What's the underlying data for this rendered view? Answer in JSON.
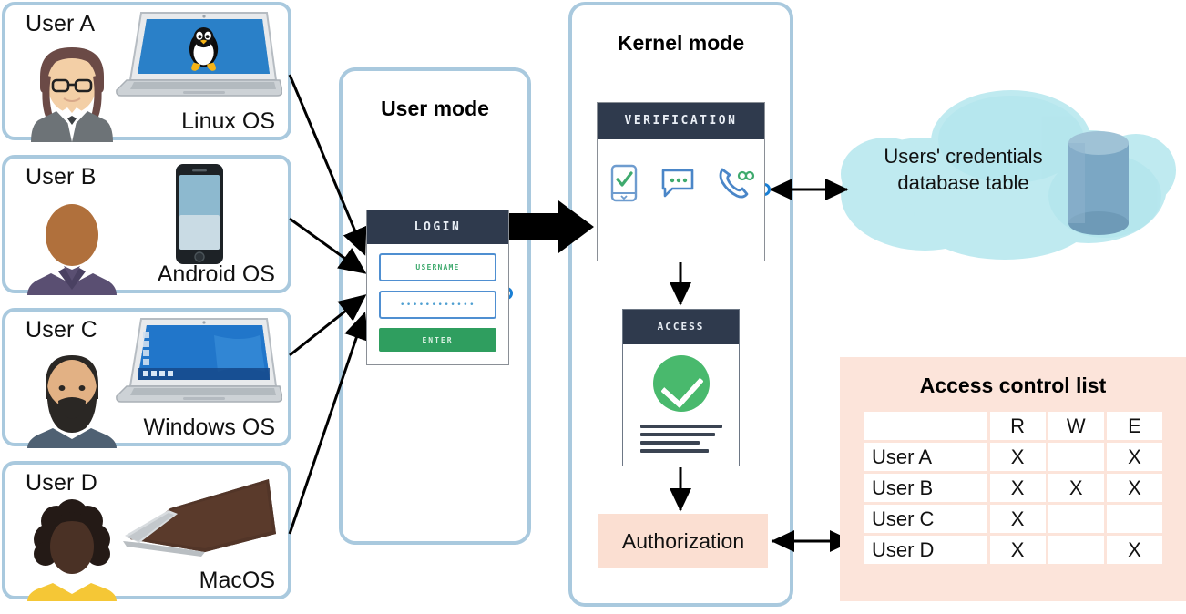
{
  "users": [
    {
      "name": "User A",
      "os": "Linux OS",
      "avatar": "female-glasses-avatar",
      "device": "linux-laptop-icon"
    },
    {
      "name": "User B",
      "os": "Android OS",
      "avatar": "bald-man-avatar",
      "device": "android-phone-icon"
    },
    {
      "name": "User C",
      "os": "Windows OS",
      "avatar": "bearded-man-avatar",
      "device": "windows-laptop-icon"
    },
    {
      "name": "User D",
      "os": "MacOS",
      "avatar": "curly-hair-woman-avatar",
      "device": "macbook-icon"
    }
  ],
  "user_mode": {
    "title": "User mode",
    "login": {
      "header": "LOGIN",
      "username_value": "USERNAME",
      "password_value": "••••••••••••",
      "enter_label": "ENTER"
    }
  },
  "kernel_mode": {
    "title": "Kernel mode",
    "verification": {
      "header": "VERIFICATION",
      "icons": [
        "phone-check-icon",
        "sms-code-icon",
        "phone-call-icon"
      ]
    },
    "access": {
      "header": "ACCESS",
      "status_icon": "green-check-circle-icon",
      "doc_lines": 4
    },
    "authorization": {
      "label": "Authorization"
    }
  },
  "cloud": {
    "line1": "Users' credentials",
    "line2": "database table",
    "icon": "database-cylinder-icon"
  },
  "acl": {
    "title": "Access control list",
    "columns": [
      "",
      "R",
      "W",
      "E"
    ],
    "rows": [
      {
        "user": "User A",
        "R": "X",
        "W": "",
        "E": "X"
      },
      {
        "user": "User B",
        "R": "X",
        "W": "X",
        "E": "X"
      },
      {
        "user": "User C",
        "R": "X",
        "W": "",
        "E": ""
      },
      {
        "user": "User D",
        "R": "X",
        "W": "",
        "E": "X"
      }
    ]
  },
  "colors": {
    "card_border": "#a9c9de",
    "widget_header": "#2f3a4d",
    "enter_green": "#2f9e5f",
    "check_green": "#49b96d",
    "acl_background": "#fce4da",
    "authorization_background": "#fbdfd2",
    "cloud_fill": "#bdeaf0",
    "database_fill": "#7ba7c4",
    "field_border": "#4f8fd1"
  }
}
